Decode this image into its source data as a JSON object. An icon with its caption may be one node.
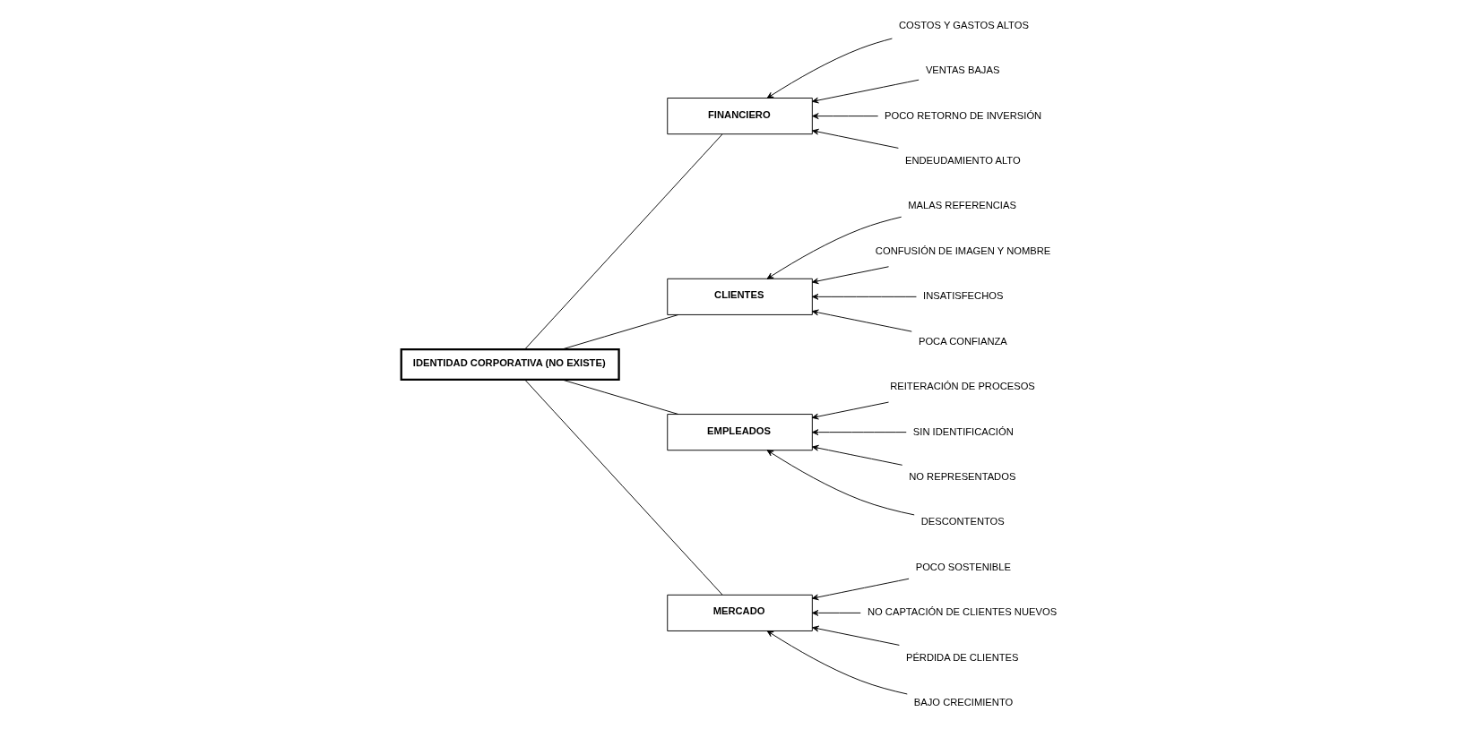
{
  "diagram": {
    "nodes": [
      {
        "text": [
          "MERCADO"
        ]
      },
      {
        "text": [
          "FINANCIERO"
        ]
      },
      {
        "text": [
          "POCO SOSTENIBLE"
        ]
      },
      {
        "text": [
          "NO CAPTACIÓN DE CLIENTES NUEVOS"
        ]
      },
      {
        "text": [
          "COSTOS Y GASTOS ALTOS"
        ]
      },
      {
        "text": [
          "VENTAS BAJAS"
        ]
      },
      {
        "text": [
          "PÉRDIDA DE CLIENTES"
        ]
      },
      {
        "text": [
          "POCO RETORNO DE INVERSIÓN"
        ]
      },
      {
        "text": [
          "BAJO CRECIMIENTO"
        ]
      },
      {
        "text": [
          "ENDEUDAMIENTO ALTO"
        ]
      },
      {
        "text": [
          "IDENTIDAD CORPORATIVA (NO EXISTE)"
        ]
      },
      {
        "text": [
          "MALAS REFERENCIAS"
        ]
      },
      {
        "text": [
          "CONFUSIÓN DE IMAGEN Y NOMBRE"
        ]
      },
      {
        "text": [
          "REITERACIÓN DE PROCESOS"
        ]
      },
      {
        "text": [
          "SIN IDENTIFICACIÓN"
        ]
      },
      {
        "text": [
          "INSATISFECHOS"
        ]
      },
      {
        "text": [
          "POCA CONFIANZA"
        ]
      },
      {
        "text": [
          "NO REPRESENTADOS"
        ]
      },
      {
        "text": [
          "DESCONTENTOS"
        ]
      },
      {
        "text": [
          "CLIENTES"
        ]
      },
      {
        "text": [
          "EMPLEADOS"
        ]
      }
    ],
    "edges": [
      {
        "from": 2,
        "to": 0,
        "arrow": "to"
      },
      {
        "from": 3,
        "to": 0,
        "arrow": "to"
      },
      {
        "from": 6,
        "to": 0,
        "arrow": "to"
      },
      {
        "from": 8,
        "to": 0,
        "arrow": "to"
      },
      {
        "from": 4,
        "to": 1,
        "arrow": "to"
      },
      {
        "from": 5,
        "to": 1,
        "arrow": "to"
      },
      {
        "from": 7,
        "to": 1,
        "arrow": "to"
      },
      {
        "from": 9,
        "to": 1,
        "arrow": "to"
      },
      {
        "from": 11,
        "to": 19,
        "arrow": "to"
      },
      {
        "from": 12,
        "to": 19,
        "arrow": "to"
      },
      {
        "from": 15,
        "to": 19,
        "arrow": "to"
      },
      {
        "from": 16,
        "to": 19,
        "arrow": "to"
      },
      {
        "from": 13,
        "to": 20,
        "arrow": "to"
      },
      {
        "from": 14,
        "to": 20,
        "arrow": "to"
      },
      {
        "from": 17,
        "to": 20,
        "arrow": "to"
      },
      {
        "from": 18,
        "to": 20,
        "arrow": "to"
      },
      {
        "from": 0,
        "to": 10,
        "arrow": "none"
      },
      {
        "from": 1,
        "to": 10,
        "arrow": "none"
      },
      {
        "from": 19,
        "to": 10,
        "arrow": "none"
      },
      {
        "from": 20,
        "to": 10,
        "arrow": "none"
      }
    ]
  }
}
